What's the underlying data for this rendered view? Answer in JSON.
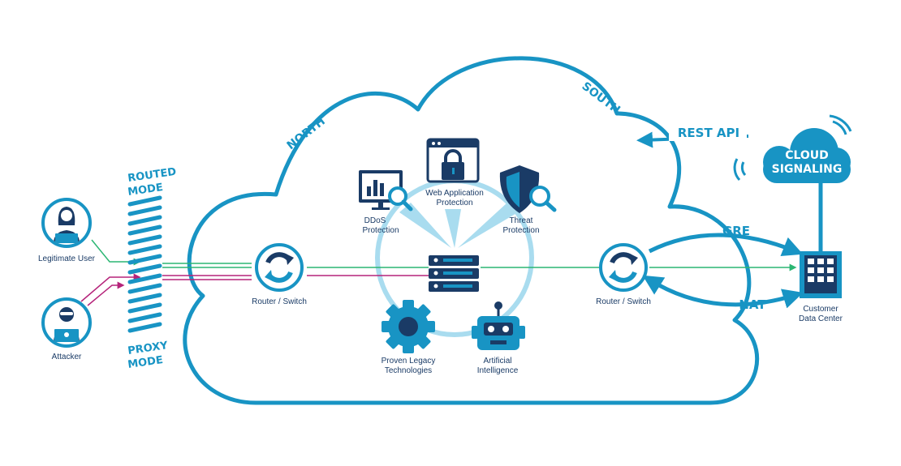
{
  "modes": {
    "routed_line1": "ROUTED",
    "routed_line2": "MODE",
    "proxy_line1": "PROXY",
    "proxy_line2": "MODE"
  },
  "cloud": {
    "north": "NORTH",
    "south": "SOUTH"
  },
  "users": {
    "legitimate": "Legitimate User",
    "attacker": "Attacker"
  },
  "routers": {
    "left": "Router / Switch",
    "right": "Router / Switch"
  },
  "services": {
    "waf_line1": "Web Application",
    "waf_line2": "Protection",
    "ddos_line1": "DDoS",
    "ddos_line2": "Protection",
    "threat_line1": "Threat",
    "threat_line2": "Protection",
    "legacy_line1": "Proven Legacy",
    "legacy_line2": "Technologies",
    "ai_line1": "Artificial",
    "ai_line2": "Intelligence"
  },
  "links": {
    "rest_api": "REST API",
    "gre": "GRE",
    "nat": "NAT"
  },
  "signaling": {
    "line1": "CLOUD",
    "line2": "SIGNALING"
  },
  "datacenter": {
    "line1": "Customer",
    "line2": "Data Center"
  },
  "colors": {
    "primary": "#1894c4",
    "navy": "#1a3b66",
    "green": "#2bb673",
    "magenta": "#b5237a",
    "light": "#a9dcef"
  }
}
